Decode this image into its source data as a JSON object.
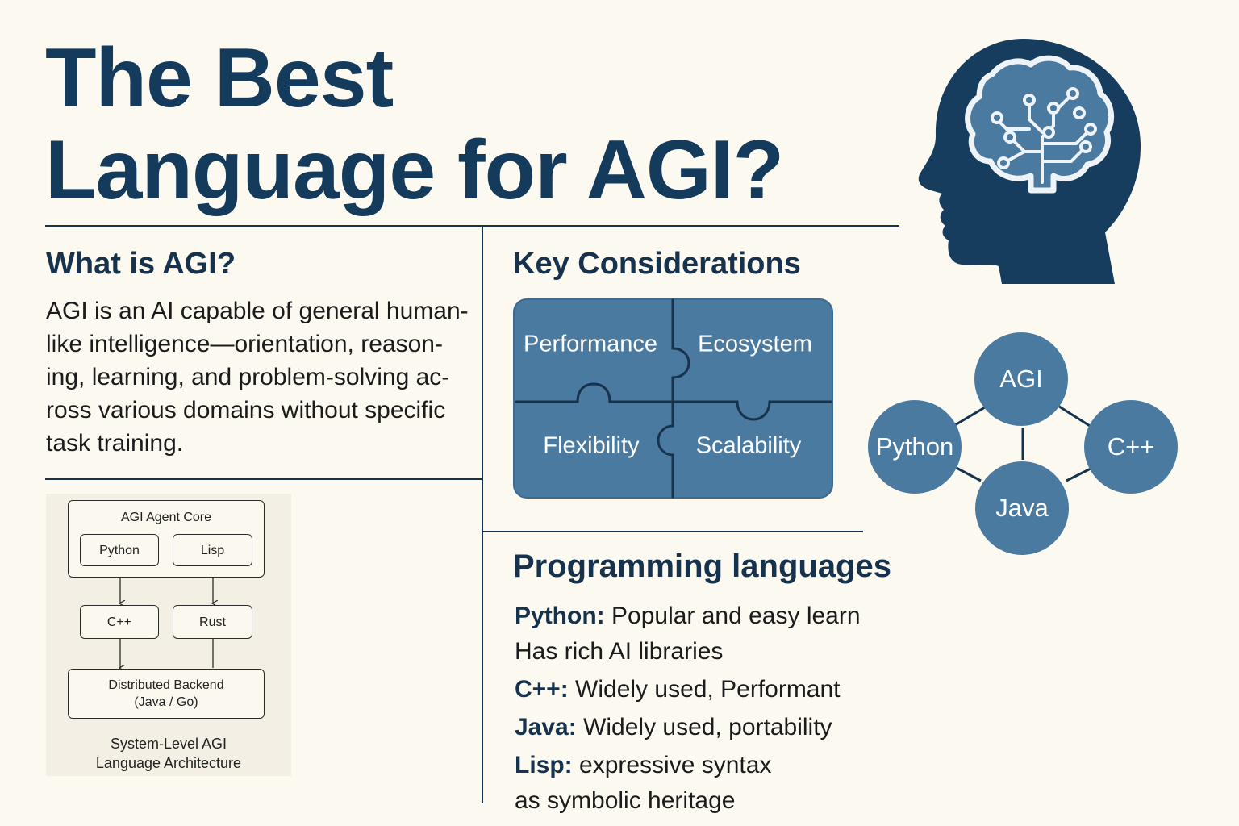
{
  "title": {
    "line1": "The Best",
    "line2": "Language for AGI?"
  },
  "what_is_agi": {
    "heading": "What is AGI?",
    "lines": [
      "AGI is an AI capable of general human-",
      "like intelligence—orientation, reason-",
      "ing, learning, and problem-solving ac-",
      "ross various domains without specific",
      "task training."
    ]
  },
  "architecture": {
    "core_label": "AGI Agent Core",
    "python": "Python",
    "lisp": "Lisp",
    "cpp": "C++",
    "rust": "Rust",
    "backend_line1": "Distributed Backend",
    "backend_line2": "(Java / Go)",
    "caption_line1": "System-Level AGI",
    "caption_line2": "Language Architecture"
  },
  "key_considerations": {
    "heading": "Key Considerations",
    "pieces": [
      "Performance",
      "Ecosystem",
      "Flexibility",
      "Scalability"
    ],
    "color": "#4b7aa0"
  },
  "language_graph": {
    "nodes": [
      "AGI",
      "Python",
      "C++",
      "Java"
    ],
    "color": "#4b7aa0"
  },
  "programming_languages": {
    "heading": "Programming languages",
    "items": [
      {
        "name": "Python:",
        "text": "Popular and easy learn",
        "extra": "Has rich AI libraries"
      },
      {
        "name": "C++:",
        "text": "Widely used, Performant",
        "extra": ""
      },
      {
        "name": "Java:",
        "text": "Widely used, portability",
        "extra": ""
      },
      {
        "name": "Lisp:",
        "text": "expressive syntax",
        "extra": "as symbolic heritage"
      }
    ]
  },
  "icon": "head-brain-circuit-icon",
  "colors": {
    "navy": "#15334f",
    "accent_blue": "#4b7aa0",
    "background": "#fcf9f0"
  }
}
